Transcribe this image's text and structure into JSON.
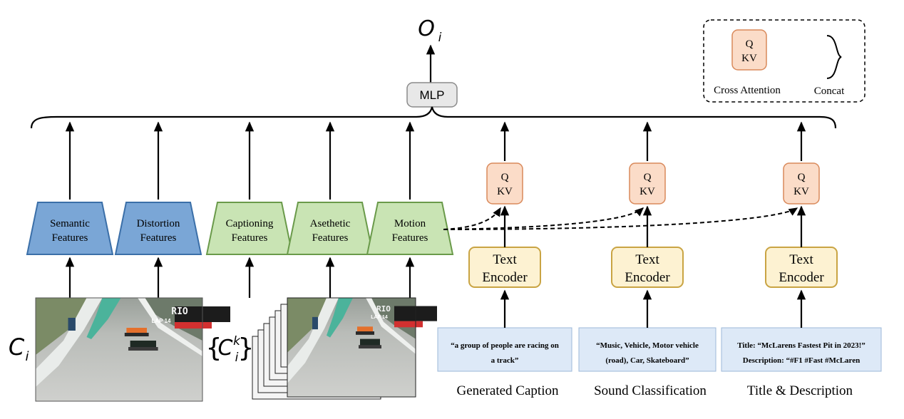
{
  "output": {
    "symbol": "O",
    "subscript": "i"
  },
  "mlp": {
    "label": "MLP"
  },
  "legend": {
    "attention_q": "Q",
    "attention_kv": "KV",
    "cross_attention_label": "Cross Attention",
    "concat_label": "Concat"
  },
  "extractors": [
    {
      "line1": "Semantic",
      "line2": "Features",
      "kind": "technical"
    },
    {
      "line1": "Distortion",
      "line2": "Features",
      "kind": "technical"
    },
    {
      "line1": "Captioning",
      "line2": "Features",
      "kind": "content"
    },
    {
      "line1": "Asethetic",
      "line2": "Features",
      "kind": "content"
    },
    {
      "line1": "Motion",
      "line2": "Features",
      "kind": "content"
    }
  ],
  "inputs": {
    "clip_symbol": "C",
    "clip_subscript": "i",
    "frames_symbol": "C",
    "frames_subscript": "i",
    "frames_superscript": "k",
    "frame_overlay_top": "RIO",
    "frame_overlay_lap": "LAP 14"
  },
  "text_branches": [
    {
      "q": "Q",
      "kv": "KV",
      "encoder_line1": "Text",
      "encoder_line2": "Encoder",
      "text_line1": "“a group of people are racing on",
      "text_line2": "a track”",
      "caption": "Generated Caption"
    },
    {
      "q": "Q",
      "kv": "KV",
      "encoder_line1": "Text",
      "encoder_line2": "Encoder",
      "text_line1": "“Music, Vehicle, Motor vehicle",
      "text_line2": "(road), Car, Skateboard”",
      "caption": "Sound Classification"
    },
    {
      "q": "Q",
      "kv": "KV",
      "encoder_line1": "Text",
      "encoder_line2": "Encoder",
      "text_line1": "Title: “McLarens Fastest Pit in 2023!”",
      "text_line2": "Description: “#F1 #Fast #McLaren",
      "caption": "Title & Description"
    }
  ],
  "colors": {
    "technical_fill": "#7aa6d6",
    "technical_stroke": "#3b6fa8",
    "content_fill": "#c9e4b4",
    "content_stroke": "#6a9a4a",
    "attention_fill": "#fbdcc8",
    "attention_stroke": "#d9895a",
    "encoder_fill": "#fdf2d2",
    "encoder_stroke": "#c9a443",
    "textbox_fill": "#dde9f7",
    "textbox_stroke": "#9db8d8",
    "mlp_fill": "#e8e8e8",
    "mlp_stroke": "#8a8a8a"
  }
}
